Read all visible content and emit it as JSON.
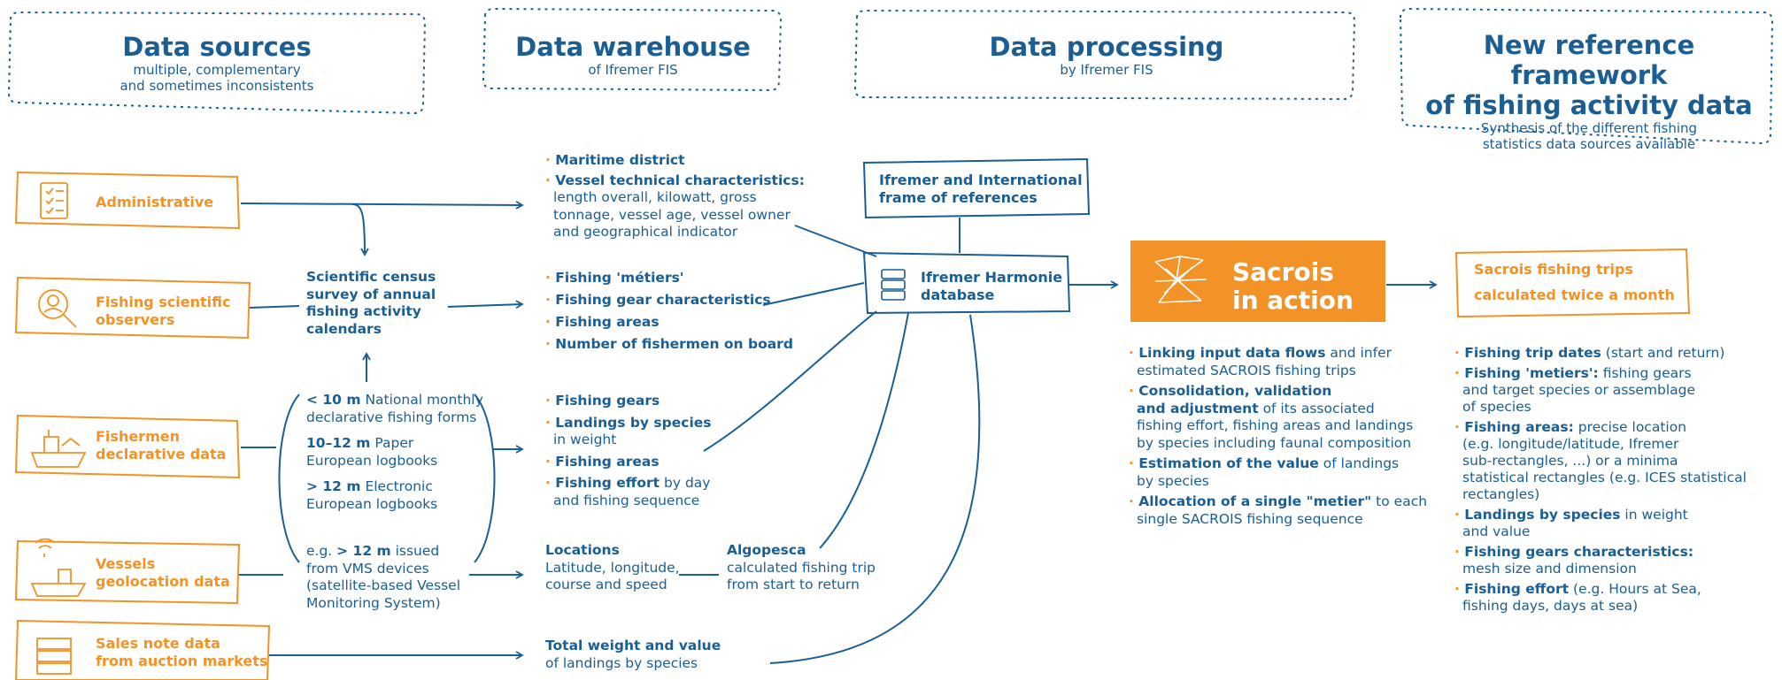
{
  "headers": [
    {
      "title": "Data sources",
      "subtitle": [
        "multiple, complementary",
        "and sometimes inconsistents"
      ]
    },
    {
      "title": "Data warehouse",
      "subtitle": [
        "of Ifremer FIS"
      ]
    },
    {
      "title": "Data processing",
      "subtitle": [
        "by Ifremer FIS"
      ]
    },
    {
      "title": [
        "New reference framework",
        "of fishing activity data"
      ],
      "subtitle": [
        "Synthesis of the different fishing",
        "statistics data sources available"
      ]
    }
  ],
  "sources": [
    {
      "label": [
        "Administrative"
      ],
      "icon": "checklist-icon"
    },
    {
      "label": [
        "Fishing scientific",
        "observers"
      ],
      "icon": "magnifier-icon"
    },
    {
      "label": [
        "Fishermen",
        "declarative data"
      ],
      "icon": "fishing-boat-icon"
    },
    {
      "label": [
        "Vessels",
        "geolocation data"
      ],
      "icon": "satellite-boat-icon"
    },
    {
      "label": [
        "Sales note data",
        "from auction markets"
      ],
      "icon": "crates-icon"
    }
  ],
  "census": [
    "Scientific census",
    "survey of annual",
    "fishing activity",
    "calendars"
  ],
  "declarative_forms": [
    {
      "bold": "< 10 m",
      "rest": " National monthly",
      "line2": "declarative fishing forms"
    },
    {
      "bold": "10–12 m",
      "rest": " Paper",
      "line2": "European logbooks"
    },
    {
      "bold": "> 12 m",
      "rest": " Electronic",
      "line2": "European logbooks"
    }
  ],
  "vms": {
    "prefix": "e.g. ",
    "bold": "> 12 m",
    "rest": " issued",
    "lines": [
      "from VMS devices",
      "(satellite-based Vessel",
      "Monitoring System)"
    ]
  },
  "warehouse": {
    "maritime_district": "Maritime district",
    "vessel_tech": "Vessel technical characteristics:",
    "vessel_tech_lines": [
      "length overall, kilowatt, gross",
      "tonnage, vessel age, vessel owner",
      "and geographical indicator"
    ],
    "observer_items": [
      "Fishing 'métiers'",
      "Fishing gear characteristics",
      "Fishing areas",
      "Number of fishermen on board"
    ],
    "fishing_gears": "Fishing gears",
    "landings_b": "Landings by species",
    "landings_r": "in weight",
    "fishing_areas": "Fishing areas",
    "effort_b": "Fishing effort",
    "effort_r": " by day",
    "effort_line2": "and fishing sequence",
    "locations": "Locations",
    "locations_lines": [
      "Latitude, longitude,",
      "course and speed"
    ],
    "algopesca": "Algopesca",
    "algopesca_lines": [
      "calculated fishing trip",
      "from start to return"
    ],
    "total_weight": "Total weight and value",
    "total_weight_line2": "of landings by species"
  },
  "frame_refs": [
    "Ifremer and International",
    "frame of references"
  ],
  "harmonie": [
    "Ifremer Harmonie",
    "database"
  ],
  "sacrois": [
    "Sacrois",
    "in action"
  ],
  "trips_box": [
    "Sacrois fishing trips",
    "calculated twice a month"
  ],
  "processing_steps": [
    {
      "b": "Linking input data flows",
      "r": " and infer",
      "lines": [
        "estimated SACROIS fishing trips"
      ]
    },
    {
      "b": "Consolidation, validation",
      "r": "",
      "lines": []
    },
    {
      "b": "and adjustment",
      "r": " of its associated",
      "lines": [
        "fishing effort, fishing areas and landings",
        "by species including faunal composition"
      ]
    },
    {
      "b": "Estimation of the value",
      "r": " of landings",
      "lines": [
        "by species"
      ]
    },
    {
      "b": "Allocation of a single \"metier\"",
      "r": " to each",
      "lines": [
        "single SACROIS fishing sequence"
      ]
    }
  ],
  "outputs": [
    {
      "b": "Fishing trip dates",
      "r": " (start and return)",
      "lines": []
    },
    {
      "b": "Fishing 'metiers':",
      "r": " fishing gears",
      "lines": [
        "and target species or assemblage",
        "of species"
      ]
    },
    {
      "b": "Fishing areas:",
      "r": " precise location",
      "lines": [
        "(e.g. longitude/latitude, Ifremer",
        "sub-rectangles, ...) or a minima",
        "statistical rectangles (e.g. ICES statistical",
        "rectangles)"
      ]
    },
    {
      "b": "Landings by species",
      "r": " in weight",
      "lines": [
        "and value"
      ]
    },
    {
      "b": "Fishing gears characteristics:",
      "r": "",
      "lines": [
        "mesh size and dimension"
      ]
    },
    {
      "b": "Fishing effort",
      "r": " (e.g. Hours at Sea,",
      "lines": [
        "fishing days, days at sea)"
      ]
    }
  ],
  "colors": {
    "blue": "#1a5e93",
    "orange": "#f39226"
  }
}
